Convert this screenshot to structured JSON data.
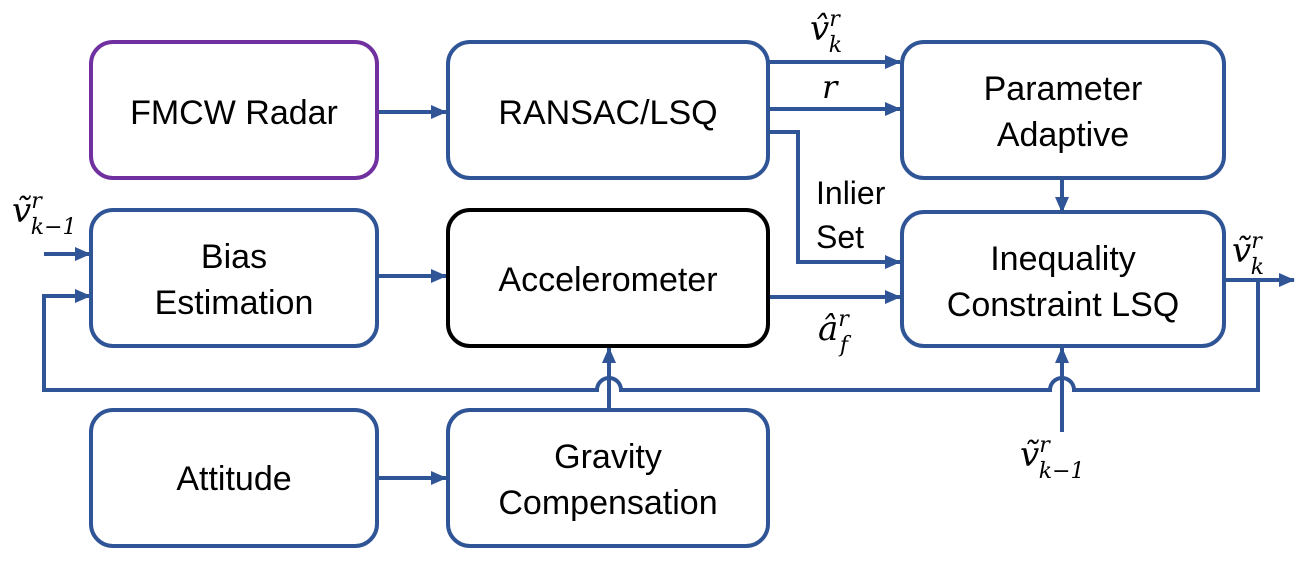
{
  "colors": {
    "line": "#2f5597",
    "radar_border": "#7030a0",
    "accel_border": "#000000",
    "text": "#000000"
  },
  "blocks": {
    "fmcw_radar": "FMCW Radar",
    "ransac": "RANSAC/LSQ",
    "param_adaptive": {
      "line1": "Parameter",
      "line2": "Adaptive"
    },
    "bias_estimation": {
      "line1": "Bias",
      "line2": "Estimation"
    },
    "accelerometer": "Accelerometer",
    "inequality_lsq": {
      "line1": "Inequality",
      "line2": "Constraint LSQ"
    },
    "attitude": "Attitude",
    "gravity_comp": {
      "line1": "Gravity",
      "line2": "Compensation"
    }
  },
  "signals": {
    "v_hat": {
      "base": "v̂",
      "sup": "r",
      "sub": "k"
    },
    "r": "r",
    "inlier_set": {
      "line1": "Inlier",
      "line2": "Set"
    },
    "a_hat": {
      "base": "â",
      "sup": "r",
      "sub": "f"
    },
    "v_tilde_out": {
      "base": "ṽ",
      "sup": "r",
      "sub": "k"
    },
    "v_tilde_prev_left": {
      "base": "ṽ",
      "sup": "r",
      "sub": "k−1"
    },
    "v_tilde_prev_bottom": {
      "base": "ṽ",
      "sup": "r",
      "sub": "k−1"
    }
  }
}
